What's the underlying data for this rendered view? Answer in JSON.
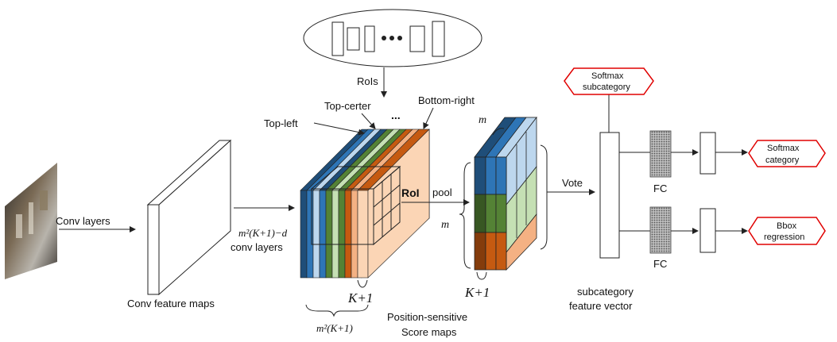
{
  "labels": {
    "rois": "RoIs",
    "top_left": "Top-left",
    "top_center": "Top-certer",
    "bottom_right": "Bottom-right",
    "ellipsis": "...",
    "conv_layers": "Conv layers",
    "conv_feature_maps": "Conv feature maps",
    "conv_layers_formula": "m²(K+1)−d",
    "conv_layers_2": "conv layers",
    "roi": "RoI",
    "pool": "pool",
    "m_top": "m",
    "m_left": "m",
    "k_plus_1_a": "K+1",
    "k_plus_1_b": "K+1",
    "m2k1": "m²(K+1)",
    "ps_score_1": "Position-sensitive",
    "ps_score_2": "Score maps",
    "vote": "Vote",
    "subcat_vec_1": "subcategory",
    "subcat_vec_2": "feature vector",
    "fc_top": "FC",
    "fc_bottom": "FC",
    "softmax_sub_1": "Softmax",
    "softmax_sub_2": "subcategory",
    "softmax_cat_1": "Softmax",
    "softmax_cat_2": "category",
    "bbox_1": "Bbox",
    "bbox_2": "regression"
  },
  "colors": {
    "dark_blue": "#1f4e79",
    "mid_blue": "#2e75b6",
    "light_blue": "#bdd7ee",
    "dark_green": "#548235",
    "light_green": "#c5e0b4",
    "dark_orange": "#c55a11",
    "light_orange": "#f4b183",
    "peach": "#fbd5b5",
    "tag_red": "#e00000"
  }
}
